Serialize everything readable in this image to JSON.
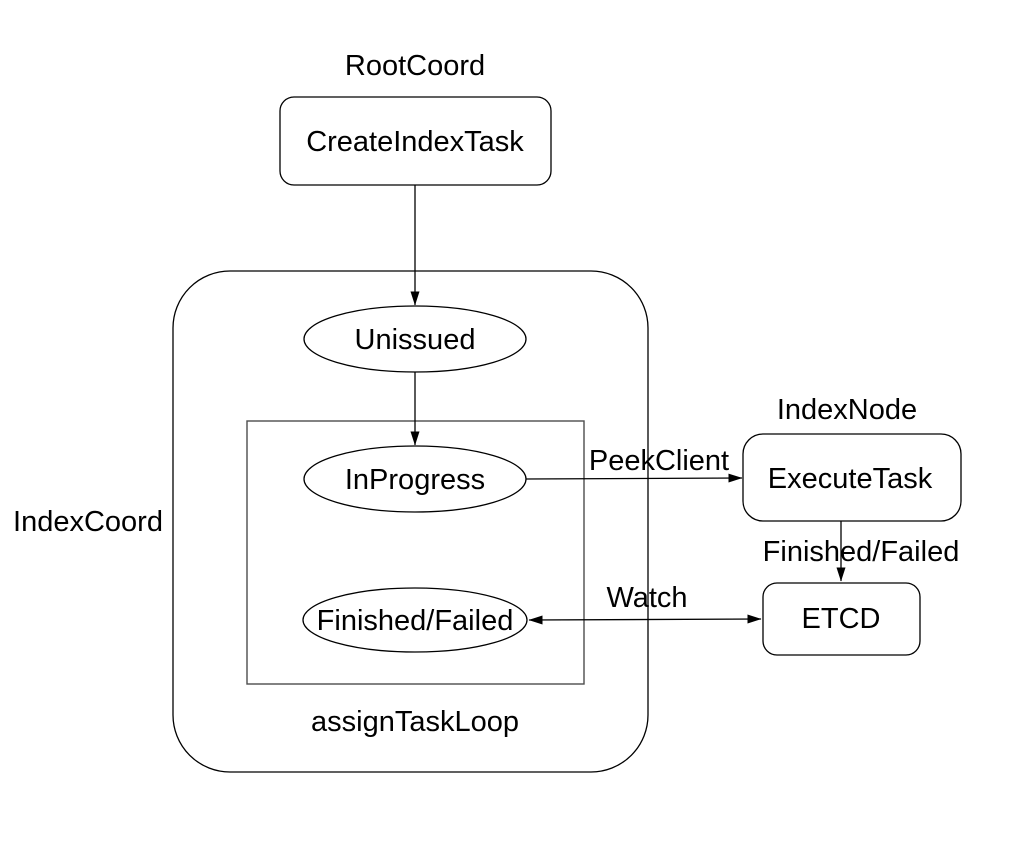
{
  "diagram": {
    "background_color": "#ffffff",
    "stroke_color": "#000000",
    "text_color": "#000000",
    "groups": {
      "root_coord": "RootCoord",
      "index_coord": "IndexCoord",
      "index_node": "IndexNode",
      "assign_task_loop": "assignTaskLoop"
    },
    "nodes": {
      "create_index_task": "CreateIndexTask",
      "unissued": "Unissued",
      "in_progress": "InProgress",
      "finished_failed_state": "Finished/Failed",
      "execute_task": "ExecuteTask",
      "etcd": "ETCD"
    },
    "edges": {
      "peek_client": "PeekClient",
      "finished_failed": "Finished/Failed",
      "watch": "Watch"
    }
  }
}
